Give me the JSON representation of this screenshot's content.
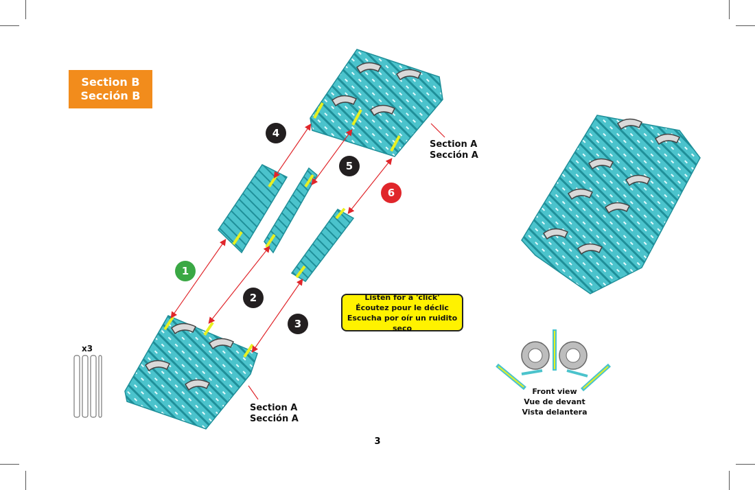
{
  "section_badge": {
    "line1": "Section B",
    "line2": "Sección B",
    "color": "#f28c1c"
  },
  "section_a_top": {
    "line1": "Section A",
    "line2": "Sección A"
  },
  "section_a_bottom": {
    "line1": "Section A",
    "line2": "Sección A"
  },
  "steps": [
    {
      "num": "1",
      "color": "green"
    },
    {
      "num": "2",
      "color": "black"
    },
    {
      "num": "3",
      "color": "black"
    },
    {
      "num": "4",
      "color": "black"
    },
    {
      "num": "5",
      "color": "black"
    },
    {
      "num": "6",
      "color": "red"
    }
  ],
  "click_note": {
    "line1": "Listen for a 'click'",
    "line2": "Écoutez pour le déclic",
    "line3": "Escucha por oír un ruidito seco"
  },
  "parts_qty": "x3",
  "front_view": {
    "line1": "Front view",
    "line2": "Vue de devant",
    "line3": "Vista delantera"
  },
  "page_number": "3",
  "colors": {
    "part": "#4bc3cc",
    "part_dark": "#1f8f99",
    "arrow": "#e0262b",
    "highlight": "#e8f020",
    "gear": "#9a9a9a"
  }
}
